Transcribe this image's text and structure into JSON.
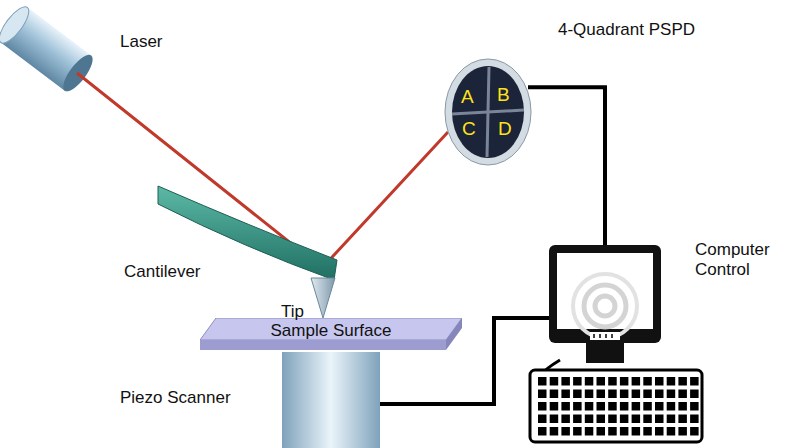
{
  "diagram": {
    "nodes": [
      {
        "text": [
          "4-Quadrant PSPD"
        ]
      },
      {
        "text": [
          "Computer Control"
        ]
      },
      {
        "text": [
          "Sample Surface"
        ]
      },
      {
        "text": [
          "Piezo Scanner"
        ]
      }
    ],
    "edges": [
      {
        "from": 0,
        "to": 1,
        "arrow": "none"
      },
      {
        "from": 3,
        "to": 1,
        "arrow": "none"
      }
    ],
    "labels": [
      "Laser",
      "Cantilever",
      "Tip",
      "A",
      "B",
      "C",
      "D"
    ]
  }
}
